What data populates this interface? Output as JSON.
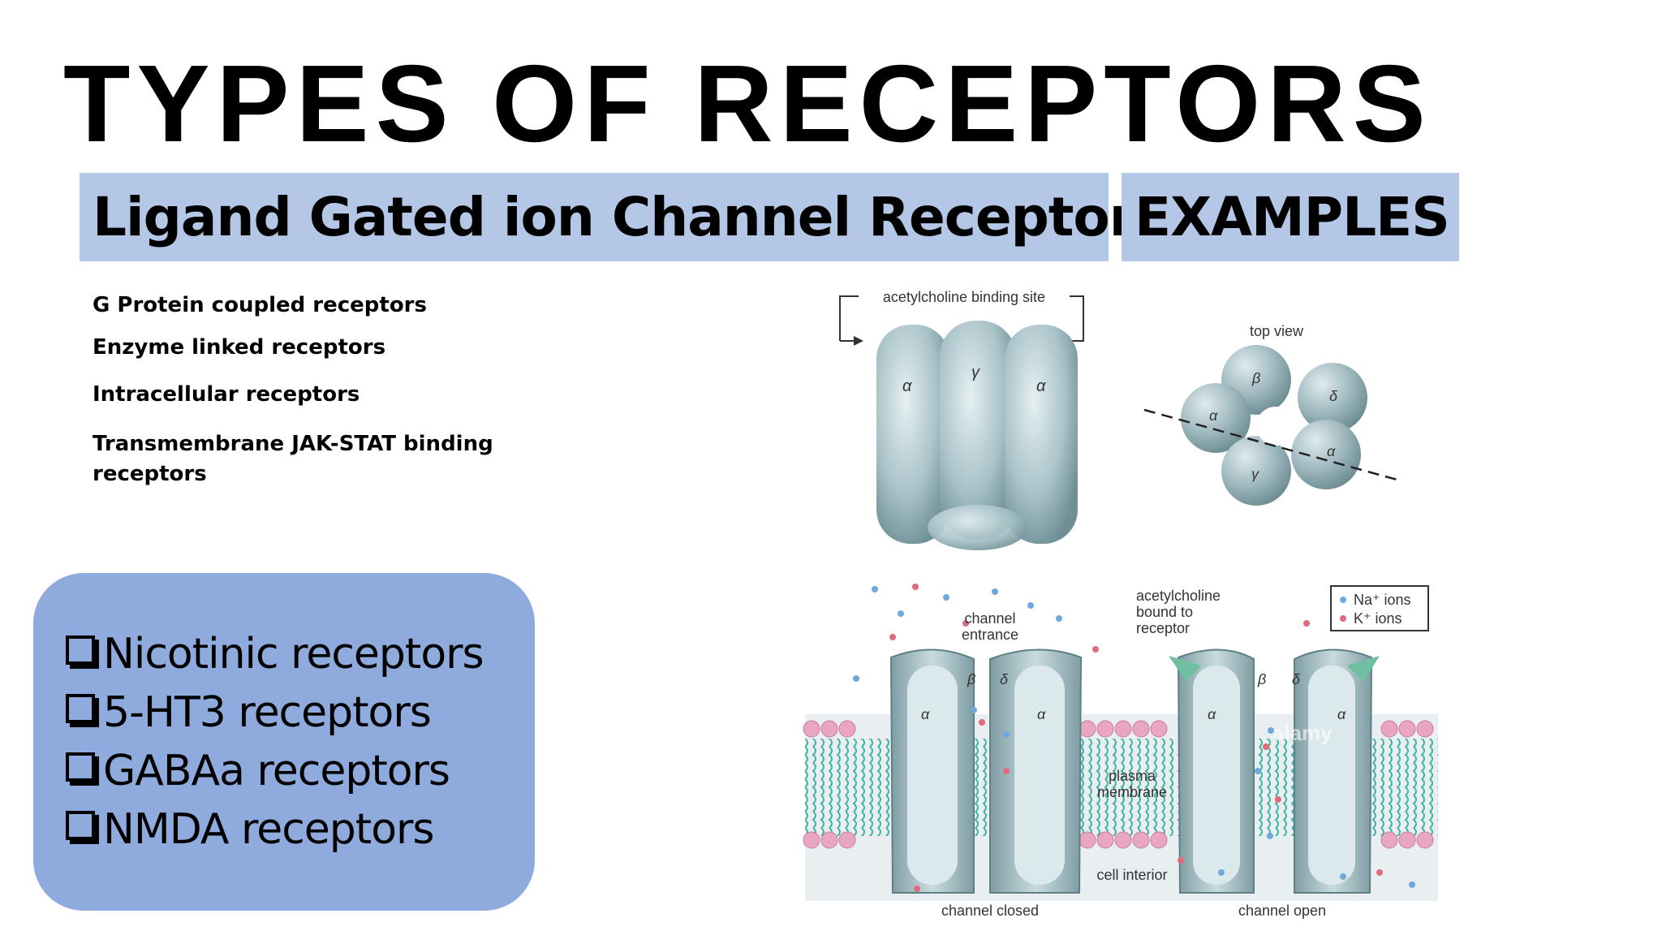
{
  "slide": {
    "title": "TYPES OF RECEPTORS",
    "header_left": "Ligand Gated ion Channel Receptor",
    "header_right": "EXAMPLES",
    "receptor_types": [
      "G Protein coupled receptors",
      "Enzyme linked receptors",
      "Intracellular receptors",
      "Transmembrane JAK-STAT binding",
      "receptors"
    ],
    "examples": [
      "Nicotinic receptors",
      "5-HT3 receptors",
      "GABAa receptors",
      "NMDA receptors"
    ]
  },
  "diagram": {
    "binding_site_label": "acetylcholine binding site",
    "top_view_label": "top view",
    "subunits": {
      "alpha": "α",
      "beta": "β",
      "gamma": "γ",
      "delta": "δ"
    },
    "channel_entrance_line1": "channel",
    "channel_entrance_line2": "entrance",
    "ach_bound_line1": "acetylcholine",
    "ach_bound_line2": "bound to",
    "ach_bound_line3": "receptor",
    "legend_na": "Na⁺ ions",
    "legend_k": "K⁺ ions",
    "plasma_membrane_line1": "plasma",
    "plasma_membrane_line2": "membrane",
    "cell_interior": "cell interior",
    "channel_closed": "channel closed",
    "channel_open": "channel open",
    "watermark": "alamy",
    "colors": {
      "na_ion": "#6fa8dc",
      "k_ion": "#e06b7f",
      "protein": "#a9c3c9",
      "lipid_head": "#e9a6c0",
      "lipid_tail": "#3fb3a3"
    }
  }
}
